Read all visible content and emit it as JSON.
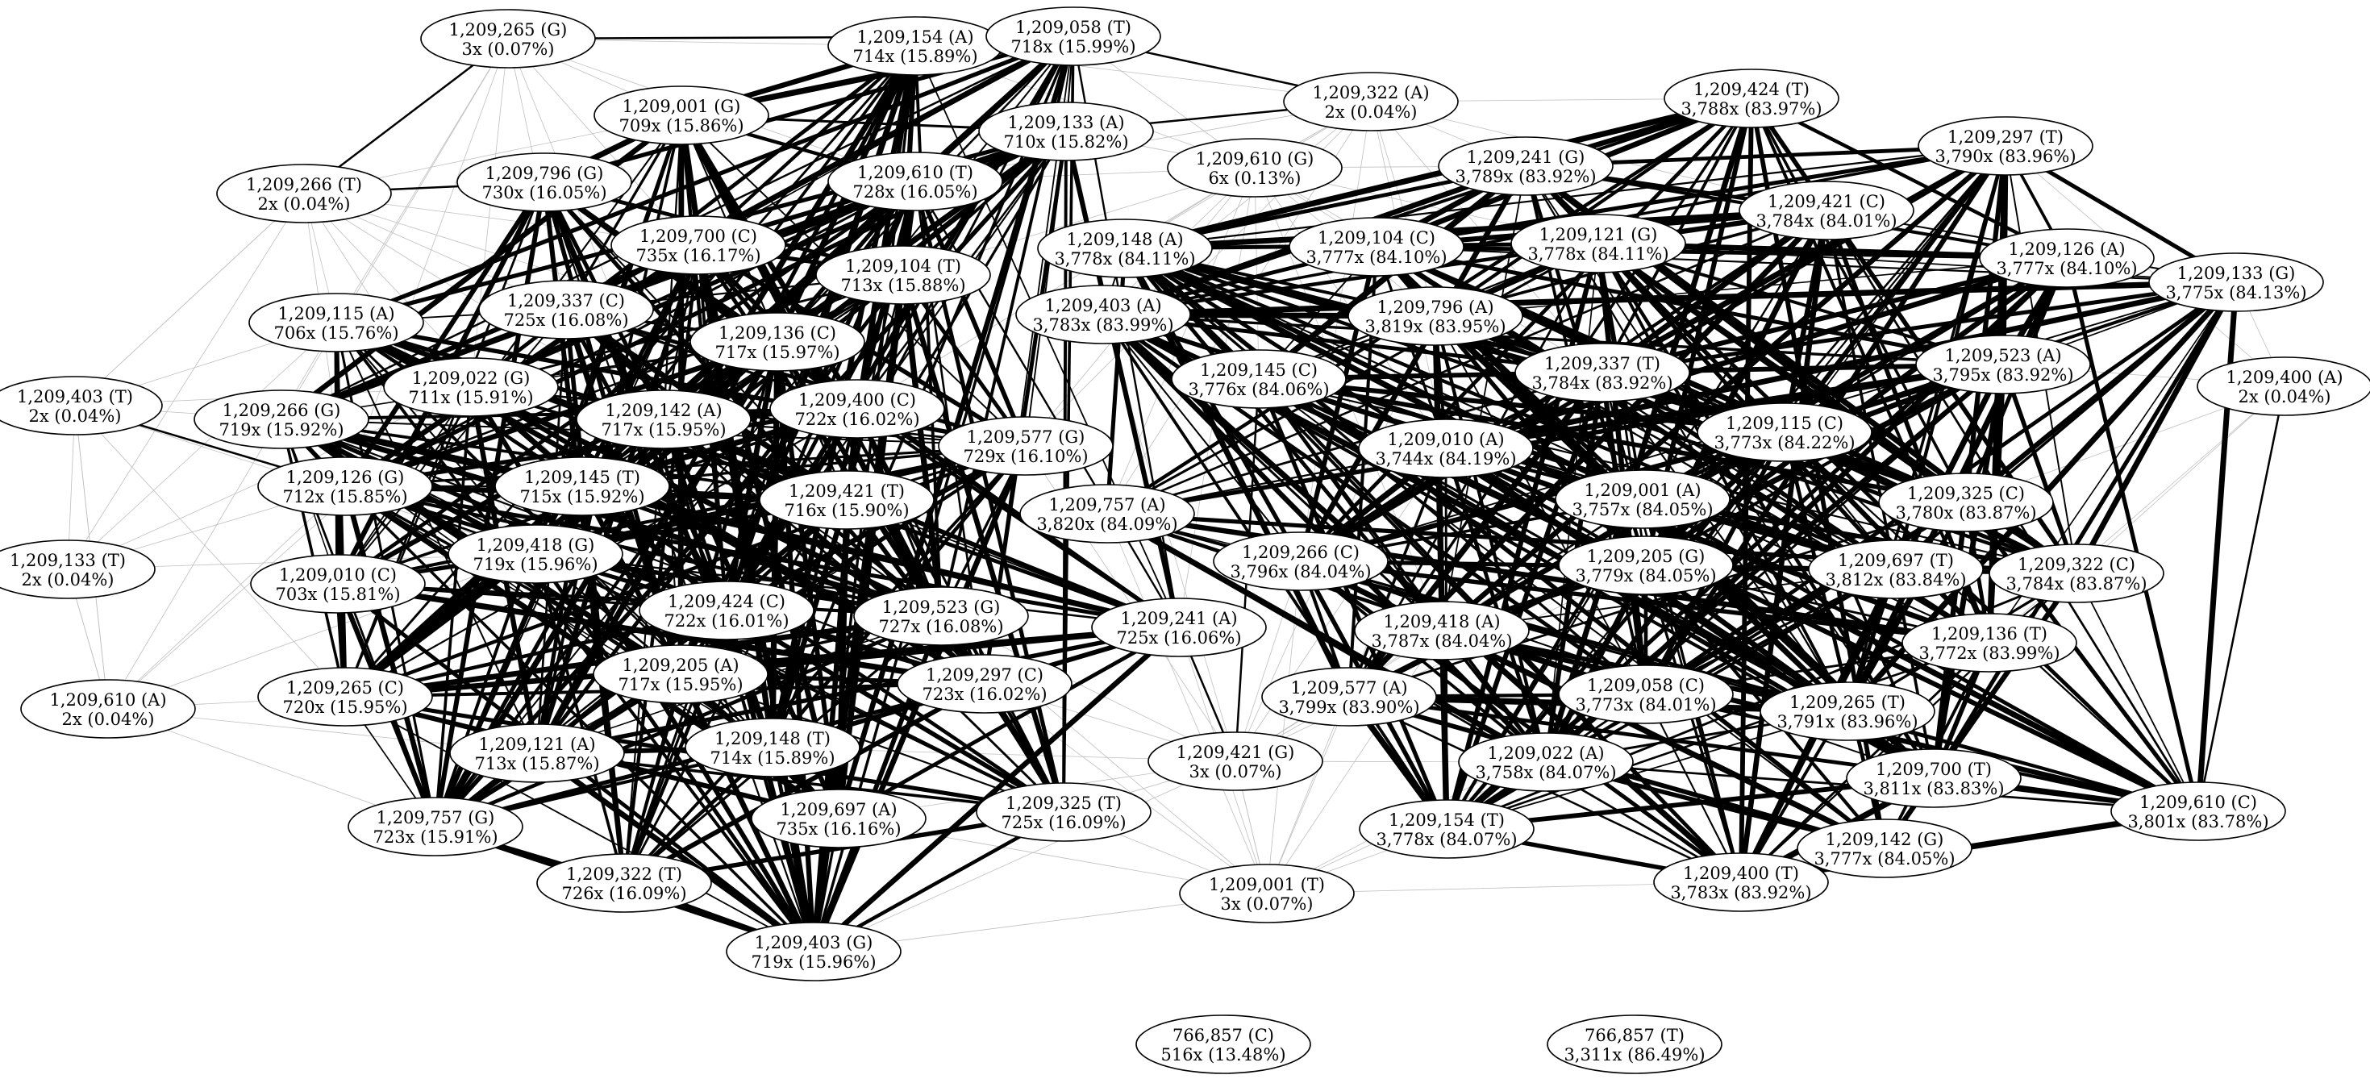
{
  "graph": {
    "colors": {
      "background": "#ffffff",
      "node_fill": "#ffffff",
      "node_stroke": "#000000",
      "strong_edge": "#000000",
      "weak_edge": "#bfbfbf"
    },
    "nodes": [
      {
        "id": "n1",
        "label": "1,209,265 (G)",
        "count": "3x (0.07%)",
        "group": "rare"
      },
      {
        "id": "n2",
        "label": "1,209,154 (A)",
        "count": "714x (15.89%)",
        "group": "a"
      },
      {
        "id": "n3",
        "label": "1,209,058 (T)",
        "count": "718x (15.99%)",
        "group": "a"
      },
      {
        "id": "n4",
        "label": "1,209,322 (A)",
        "count": "2x (0.04%)",
        "group": "rare"
      },
      {
        "id": "n5",
        "label": "1,209,424 (T)",
        "count": "3,788x (83.97%)",
        "group": "b"
      },
      {
        "id": "n6",
        "label": "1,209,001 (G)",
        "count": "709x (15.86%)",
        "group": "a"
      },
      {
        "id": "n7",
        "label": "1,209,133 (A)",
        "count": "710x (15.82%)",
        "group": "a"
      },
      {
        "id": "n8",
        "label": "1,209,297 (T)",
        "count": "3,790x (83.96%)",
        "group": "b"
      },
      {
        "id": "n9",
        "label": "1,209,610 (G)",
        "count": "6x (0.13%)",
        "group": "rare"
      },
      {
        "id": "n10",
        "label": "1,209,241 (G)",
        "count": "3,789x (83.92%)",
        "group": "b"
      },
      {
        "id": "n11",
        "label": "1,209,266 (T)",
        "count": "2x (0.04%)",
        "group": "rare"
      },
      {
        "id": "n12",
        "label": "1,209,796 (G)",
        "count": "730x (16.05%)",
        "group": "a"
      },
      {
        "id": "n13",
        "label": "1,209,610 (T)",
        "count": "728x (16.05%)",
        "group": "a"
      },
      {
        "id": "n14",
        "label": "1,209,421 (C)",
        "count": "3,784x (84.01%)",
        "group": "b"
      },
      {
        "id": "n15",
        "label": "1,209,700 (C)",
        "count": "735x (16.17%)",
        "group": "a"
      },
      {
        "id": "n16",
        "label": "1,209,148 (A)",
        "count": "3,778x (84.11%)",
        "group": "b"
      },
      {
        "id": "n17",
        "label": "1,209,104 (C)",
        "count": "3,777x (84.10%)",
        "group": "b"
      },
      {
        "id": "n18",
        "label": "1,209,121 (G)",
        "count": "3,778x (84.11%)",
        "group": "b"
      },
      {
        "id": "n19",
        "label": "1,209,126 (A)",
        "count": "3,777x (84.10%)",
        "group": "b"
      },
      {
        "id": "n20",
        "label": "1,209,133 (G)",
        "count": "3,775x (84.13%)",
        "group": "b"
      },
      {
        "id": "n21",
        "label": "1,209,104 (T)",
        "count": "713x (15.88%)",
        "group": "a"
      },
      {
        "id": "n22",
        "label": "1,209,115 (A)",
        "count": "706x (15.76%)",
        "group": "a"
      },
      {
        "id": "n23",
        "label": "1,209,337 (C)",
        "count": "725x (16.08%)",
        "group": "a"
      },
      {
        "id": "n24",
        "label": "1,209,403 (A)",
        "count": "3,783x (83.99%)",
        "group": "b"
      },
      {
        "id": "n25",
        "label": "1,209,796 (A)",
        "count": "3,819x (83.95%)",
        "group": "b"
      },
      {
        "id": "n26",
        "label": "1,209,136 (C)",
        "count": "717x (15.97%)",
        "group": "a"
      },
      {
        "id": "n27",
        "label": "1,209,523 (A)",
        "count": "3,795x (83.92%)",
        "group": "b"
      },
      {
        "id": "n28",
        "label": "1,209,022 (G)",
        "count": "711x (15.91%)",
        "group": "a"
      },
      {
        "id": "n29",
        "label": "1,209,145 (C)",
        "count": "3,776x (84.06%)",
        "group": "b"
      },
      {
        "id": "n30",
        "label": "1,209,337 (T)",
        "count": "3,784x (83.92%)",
        "group": "b"
      },
      {
        "id": "n31",
        "label": "1,209,400 (A)",
        "count": "2x (0.04%)",
        "group": "rare"
      },
      {
        "id": "n32",
        "label": "1,209,403 (T)",
        "count": "2x (0.04%)",
        "group": "rare"
      },
      {
        "id": "n33",
        "label": "1,209,266 (G)",
        "count": "719x (15.92%)",
        "group": "a"
      },
      {
        "id": "n34",
        "label": "1,209,142 (A)",
        "count": "717x (15.95%)",
        "group": "a"
      },
      {
        "id": "n35",
        "label": "1,209,400 (C)",
        "count": "722x (16.02%)",
        "group": "a"
      },
      {
        "id": "n36",
        "label": "1,209,115 (C)",
        "count": "3,773x (84.22%)",
        "group": "b"
      },
      {
        "id": "n37",
        "label": "1,209,577 (G)",
        "count": "729x (16.10%)",
        "group": "a"
      },
      {
        "id": "n38",
        "label": "1,209,010 (A)",
        "count": "3,744x (84.19%)",
        "group": "b"
      },
      {
        "id": "n39",
        "label": "1,209,126 (G)",
        "count": "712x (15.85%)",
        "group": "a"
      },
      {
        "id": "n40",
        "label": "1,209,145 (T)",
        "count": "715x (15.92%)",
        "group": "a"
      },
      {
        "id": "n41",
        "label": "1,209,421 (T)",
        "count": "716x (15.90%)",
        "group": "a"
      },
      {
        "id": "n42",
        "label": "1,209,001 (A)",
        "count": "3,757x (84.05%)",
        "group": "b"
      },
      {
        "id": "n43",
        "label": "1,209,325 (C)",
        "count": "3,780x (83.87%)",
        "group": "b"
      },
      {
        "id": "n44",
        "label": "1,209,757 (A)",
        "count": "3,820x (84.09%)",
        "group": "b"
      },
      {
        "id": "n45",
        "label": "1,209,418 (G)",
        "count": "719x (15.96%)",
        "group": "a"
      },
      {
        "id": "n46",
        "label": "1,209,266 (C)",
        "count": "3,796x (84.04%)",
        "group": "b"
      },
      {
        "id": "n47",
        "label": "1,209,133 (T)",
        "count": "2x (0.04%)",
        "group": "rare"
      },
      {
        "id": "n48",
        "label": "1,209,010 (C)",
        "count": "703x (15.81%)",
        "group": "a"
      },
      {
        "id": "n49",
        "label": "1,209,205 (G)",
        "count": "3,779x (84.05%)",
        "group": "b"
      },
      {
        "id": "n50",
        "label": "1,209,697 (T)",
        "count": "3,812x (83.84%)",
        "group": "b"
      },
      {
        "id": "n51",
        "label": "1,209,322 (C)",
        "count": "3,784x (83.87%)",
        "group": "b"
      },
      {
        "id": "n52",
        "label": "1,209,424 (C)",
        "count": "722x (16.01%)",
        "group": "a"
      },
      {
        "id": "n53",
        "label": "1,209,523 (G)",
        "count": "727x (16.08%)",
        "group": "a"
      },
      {
        "id": "n54",
        "label": "1,209,241 (A)",
        "count": "725x (16.06%)",
        "group": "a"
      },
      {
        "id": "n55",
        "label": "1,209,418 (A)",
        "count": "3,787x (84.04%)",
        "group": "b"
      },
      {
        "id": "n56",
        "label": "1,209,136 (T)",
        "count": "3,772x (83.99%)",
        "group": "b"
      },
      {
        "id": "n57",
        "label": "1,209,205 (A)",
        "count": "717x (15.95%)",
        "group": "a"
      },
      {
        "id": "n58",
        "label": "1,209,297 (C)",
        "count": "723x (16.02%)",
        "group": "a"
      },
      {
        "id": "n59",
        "label": "1,209,610 (A)",
        "count": "2x (0.04%)",
        "group": "rare"
      },
      {
        "id": "n60",
        "label": "1,209,265 (C)",
        "count": "720x (15.95%)",
        "group": "a"
      },
      {
        "id": "n61",
        "label": "1,209,577 (A)",
        "count": "3,799x (83.90%)",
        "group": "b"
      },
      {
        "id": "n62",
        "label": "1,209,058 (C)",
        "count": "3,773x (84.01%)",
        "group": "b"
      },
      {
        "id": "n63",
        "label": "1,209,265 (T)",
        "count": "3,791x (83.96%)",
        "group": "b"
      },
      {
        "id": "n64",
        "label": "1,209,121 (A)",
        "count": "713x (15.87%)",
        "group": "a"
      },
      {
        "id": "n65",
        "label": "1,209,148 (T)",
        "count": "714x (15.89%)",
        "group": "a"
      },
      {
        "id": "n66",
        "label": "1,209,421 (G)",
        "count": "3x (0.07%)",
        "group": "rare"
      },
      {
        "id": "n67",
        "label": "1,209,022 (A)",
        "count": "3,758x (84.07%)",
        "group": "b"
      },
      {
        "id": "n68",
        "label": "1,209,700 (T)",
        "count": "3,811x (83.83%)",
        "group": "b"
      },
      {
        "id": "n69",
        "label": "1,209,610 (C)",
        "count": "3,801x (83.78%)",
        "group": "b"
      },
      {
        "id": "n70",
        "label": "1,209,697 (A)",
        "count": "735x (16.16%)",
        "group": "a"
      },
      {
        "id": "n71",
        "label": "1,209,325 (T)",
        "count": "725x (16.09%)",
        "group": "a"
      },
      {
        "id": "n72",
        "label": "1,209,757 (G)",
        "count": "723x (15.91%)",
        "group": "a"
      },
      {
        "id": "n73",
        "label": "1,209,154 (T)",
        "count": "3,778x (84.07%)",
        "group": "b"
      },
      {
        "id": "n74",
        "label": "1,209,142 (G)",
        "count": "3,777x (84.05%)",
        "group": "b"
      },
      {
        "id": "n75",
        "label": "1,209,322 (T)",
        "count": "726x (16.09%)",
        "group": "a"
      },
      {
        "id": "n76",
        "label": "1,209,400 (T)",
        "count": "3,783x (83.92%)",
        "group": "b"
      },
      {
        "id": "n77",
        "label": "1,209,001 (T)",
        "count": "3x (0.07%)",
        "group": "rare"
      },
      {
        "id": "n78",
        "label": "1,209,403 (G)",
        "count": "719x (15.96%)",
        "group": "a"
      },
      {
        "id": "n79",
        "label": "766,857 (C)",
        "count": "516x (13.48%)",
        "group": "isolated"
      },
      {
        "id": "n80",
        "label": "766,857 (T)",
        "count": "3,311x (86.49%)",
        "group": "isolated"
      }
    ]
  }
}
